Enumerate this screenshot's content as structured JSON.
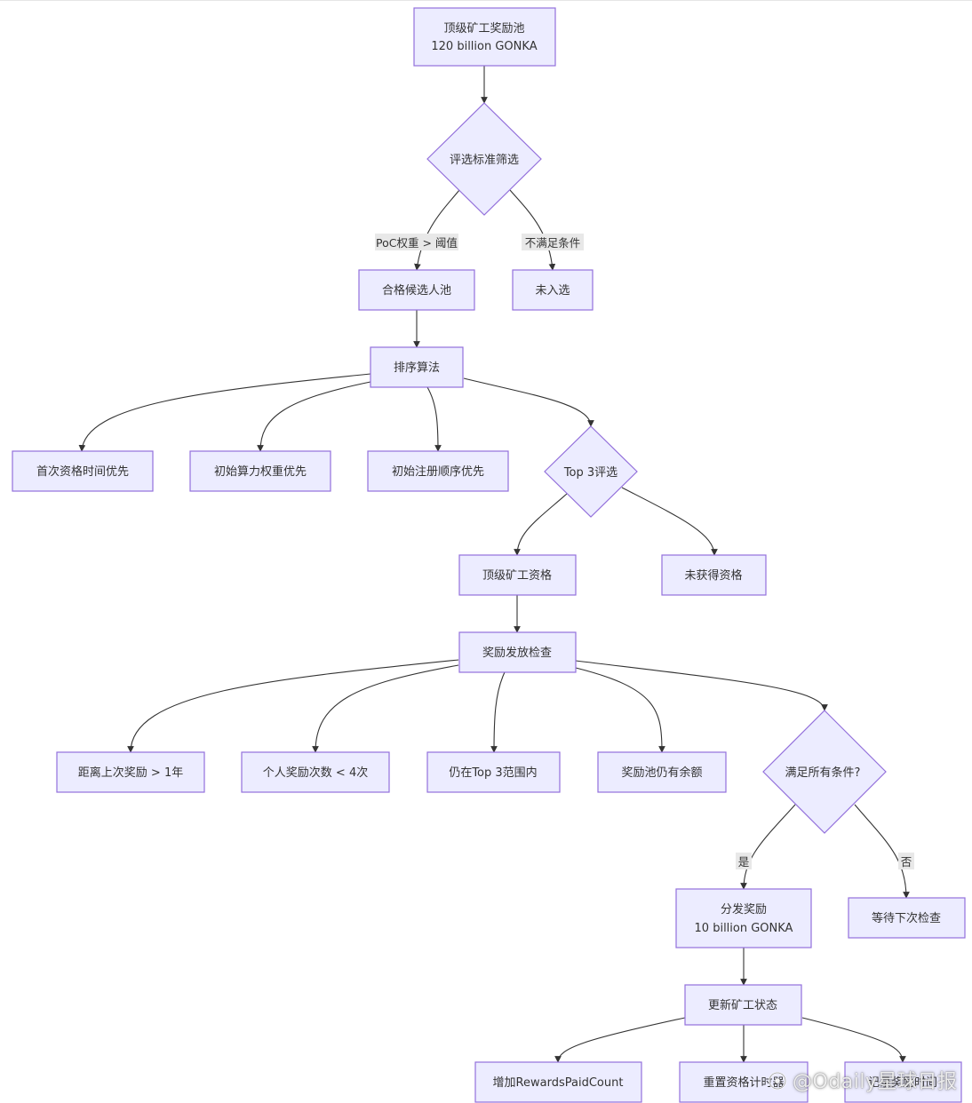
{
  "diagram": {
    "type": "flowchart",
    "nodes": {
      "pool": {
        "lines": [
          "顶级矿工奖励池",
          "120 billion GONKA"
        ]
      },
      "criteria": {
        "lines": [
          "评选标准筛选"
        ]
      },
      "qualified": {
        "lines": [
          "合格候选人池"
        ]
      },
      "not_selected": {
        "lines": [
          "未入选"
        ]
      },
      "sorting": {
        "lines": [
          "排序算法"
        ]
      },
      "first_time": {
        "lines": [
          "首次资格时间优先"
        ]
      },
      "initial_power": {
        "lines": [
          "初始算力权重优先"
        ]
      },
      "reg_order": {
        "lines": [
          "初始注册顺序优先"
        ]
      },
      "top3": {
        "lines": [
          "Top 3评选"
        ]
      },
      "top_miner": {
        "lines": [
          "顶级矿工资格"
        ]
      },
      "not_obtained": {
        "lines": [
          "未获得资格"
        ]
      },
      "check": {
        "lines": [
          "奖励发放检查"
        ]
      },
      "since_last": {
        "lines": [
          "距离上次奖励 > 1年"
        ]
      },
      "count_limit": {
        "lines": [
          "个人奖励次数 < 4次"
        ]
      },
      "still_top3": {
        "lines": [
          "仍在Top 3范围内"
        ]
      },
      "balance": {
        "lines": [
          "奖励池仍有余额"
        ]
      },
      "all_met": {
        "lines": [
          "满足所有条件?"
        ]
      },
      "distribute": {
        "lines": [
          "分发奖励",
          "10 billion GONKA"
        ]
      },
      "wait": {
        "lines": [
          "等待下次检查"
        ]
      },
      "update": {
        "lines": [
          "更新矿工状态"
        ]
      },
      "inc_count": {
        "lines": [
          "增加RewardsPaidCount"
        ]
      },
      "reset_timer": {
        "lines": [
          "重置资格计时器"
        ]
      },
      "record_time": {
        "lines": [
          "记录奖励时间"
        ]
      }
    },
    "edge_labels": {
      "poc": "PoC权重 > 阈值",
      "unmet": "不满足条件",
      "yes": "是",
      "no": "否"
    }
  },
  "watermark": {
    "text": "@Odaily星球日报"
  }
}
